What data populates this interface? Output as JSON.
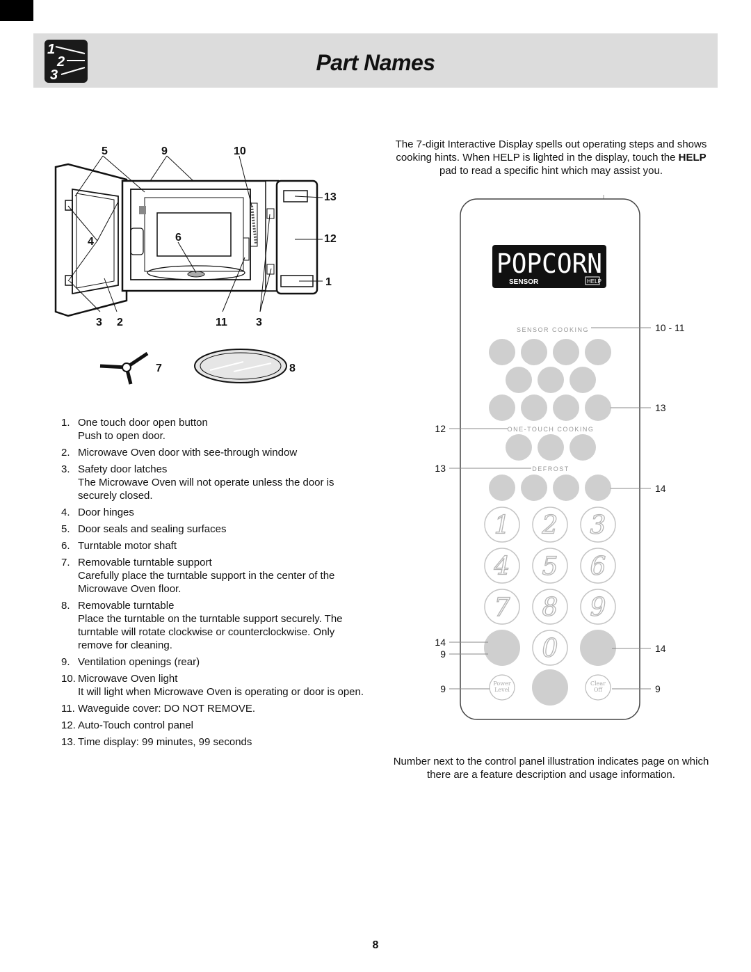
{
  "header": {
    "title": "Part Names",
    "logo_digits": [
      "1",
      "2",
      "3"
    ]
  },
  "oven_diagram": {
    "top_labels": [
      "5",
      "9",
      "10"
    ],
    "side_labels": [
      "4",
      "6",
      "13",
      "12",
      "1"
    ],
    "bottom_labels": [
      "3",
      "2",
      "11",
      "3"
    ],
    "accessory_labels": [
      "7",
      "8"
    ]
  },
  "parts": [
    {
      "num": "1.",
      "name": "One touch door open button",
      "desc": [
        "Push to open door."
      ]
    },
    {
      "num": "2.",
      "name": "Microwave Oven door with see-through window",
      "desc": []
    },
    {
      "num": "3.",
      "name": "Safety door latches",
      "desc": [
        "The Microwave Oven will not operate unless the door is  securely closed."
      ]
    },
    {
      "num": "4.",
      "name": "Door hinges",
      "desc": []
    },
    {
      "num": "5.",
      "name": "Door seals and sealing surfaces",
      "desc": []
    },
    {
      "num": "6.",
      "name": "Turntable motor shaft",
      "desc": []
    },
    {
      "num": "7.",
      "name": "Removable turntable support",
      "desc": [
        "Carefully place the turntable support in the center of the Microwave Oven floor."
      ]
    },
    {
      "num": "8.",
      "name": "Removable turntable",
      "desc": [
        "Place the turntable on the turntable support securely. The turntable will rotate clockwise or counterclockwise. Only remove for cleaning."
      ]
    },
    {
      "num": "9.",
      "name": "Ventilation openings (rear)",
      "desc": []
    },
    {
      "num": "10.",
      "name": "Microwave Oven light",
      "desc": [
        "It will light when Microwave Oven is operating or door is open."
      ]
    },
    {
      "num": "11.",
      "name": "Waveguide cover: DO NOT REMOVE.",
      "desc": []
    },
    {
      "num": "12.",
      "name": "Auto-Touch control panel",
      "desc": []
    },
    {
      "num": "13.",
      "name": "Time display: 99 minutes, 99 seconds",
      "desc": []
    }
  ],
  "intro": {
    "line1": "The 7-digit Interactive Display spells out operating steps and shows cooking hints. When HELP is lighted in the display, touch the ",
    "bold": "HELP",
    "line2": " pad to read a specific hint which may assist you."
  },
  "control_panel": {
    "display_text": "POPCORN",
    "sensor_label": "SENSOR",
    "help_label": "HELP",
    "section_sensor": "SENSOR COOKING",
    "section_onetouch": "ONE-TOUCH COOKING",
    "section_defrost": "DEFROST",
    "digits": [
      "1",
      "2",
      "3",
      "4",
      "5",
      "6",
      "7",
      "8",
      "9",
      "0"
    ],
    "power_level": [
      "Power",
      "Level"
    ],
    "clear_off": [
      "Clear",
      "Off"
    ],
    "callouts_right": [
      "10 - 11",
      "13",
      "14",
      "14",
      "9"
    ],
    "callouts_left": [
      "12",
      "13",
      "14",
      "9",
      "9"
    ]
  },
  "footnote": "Number next to the control panel illustration indicates page on which there are a feature description and usage information.",
  "page_number": "8"
}
